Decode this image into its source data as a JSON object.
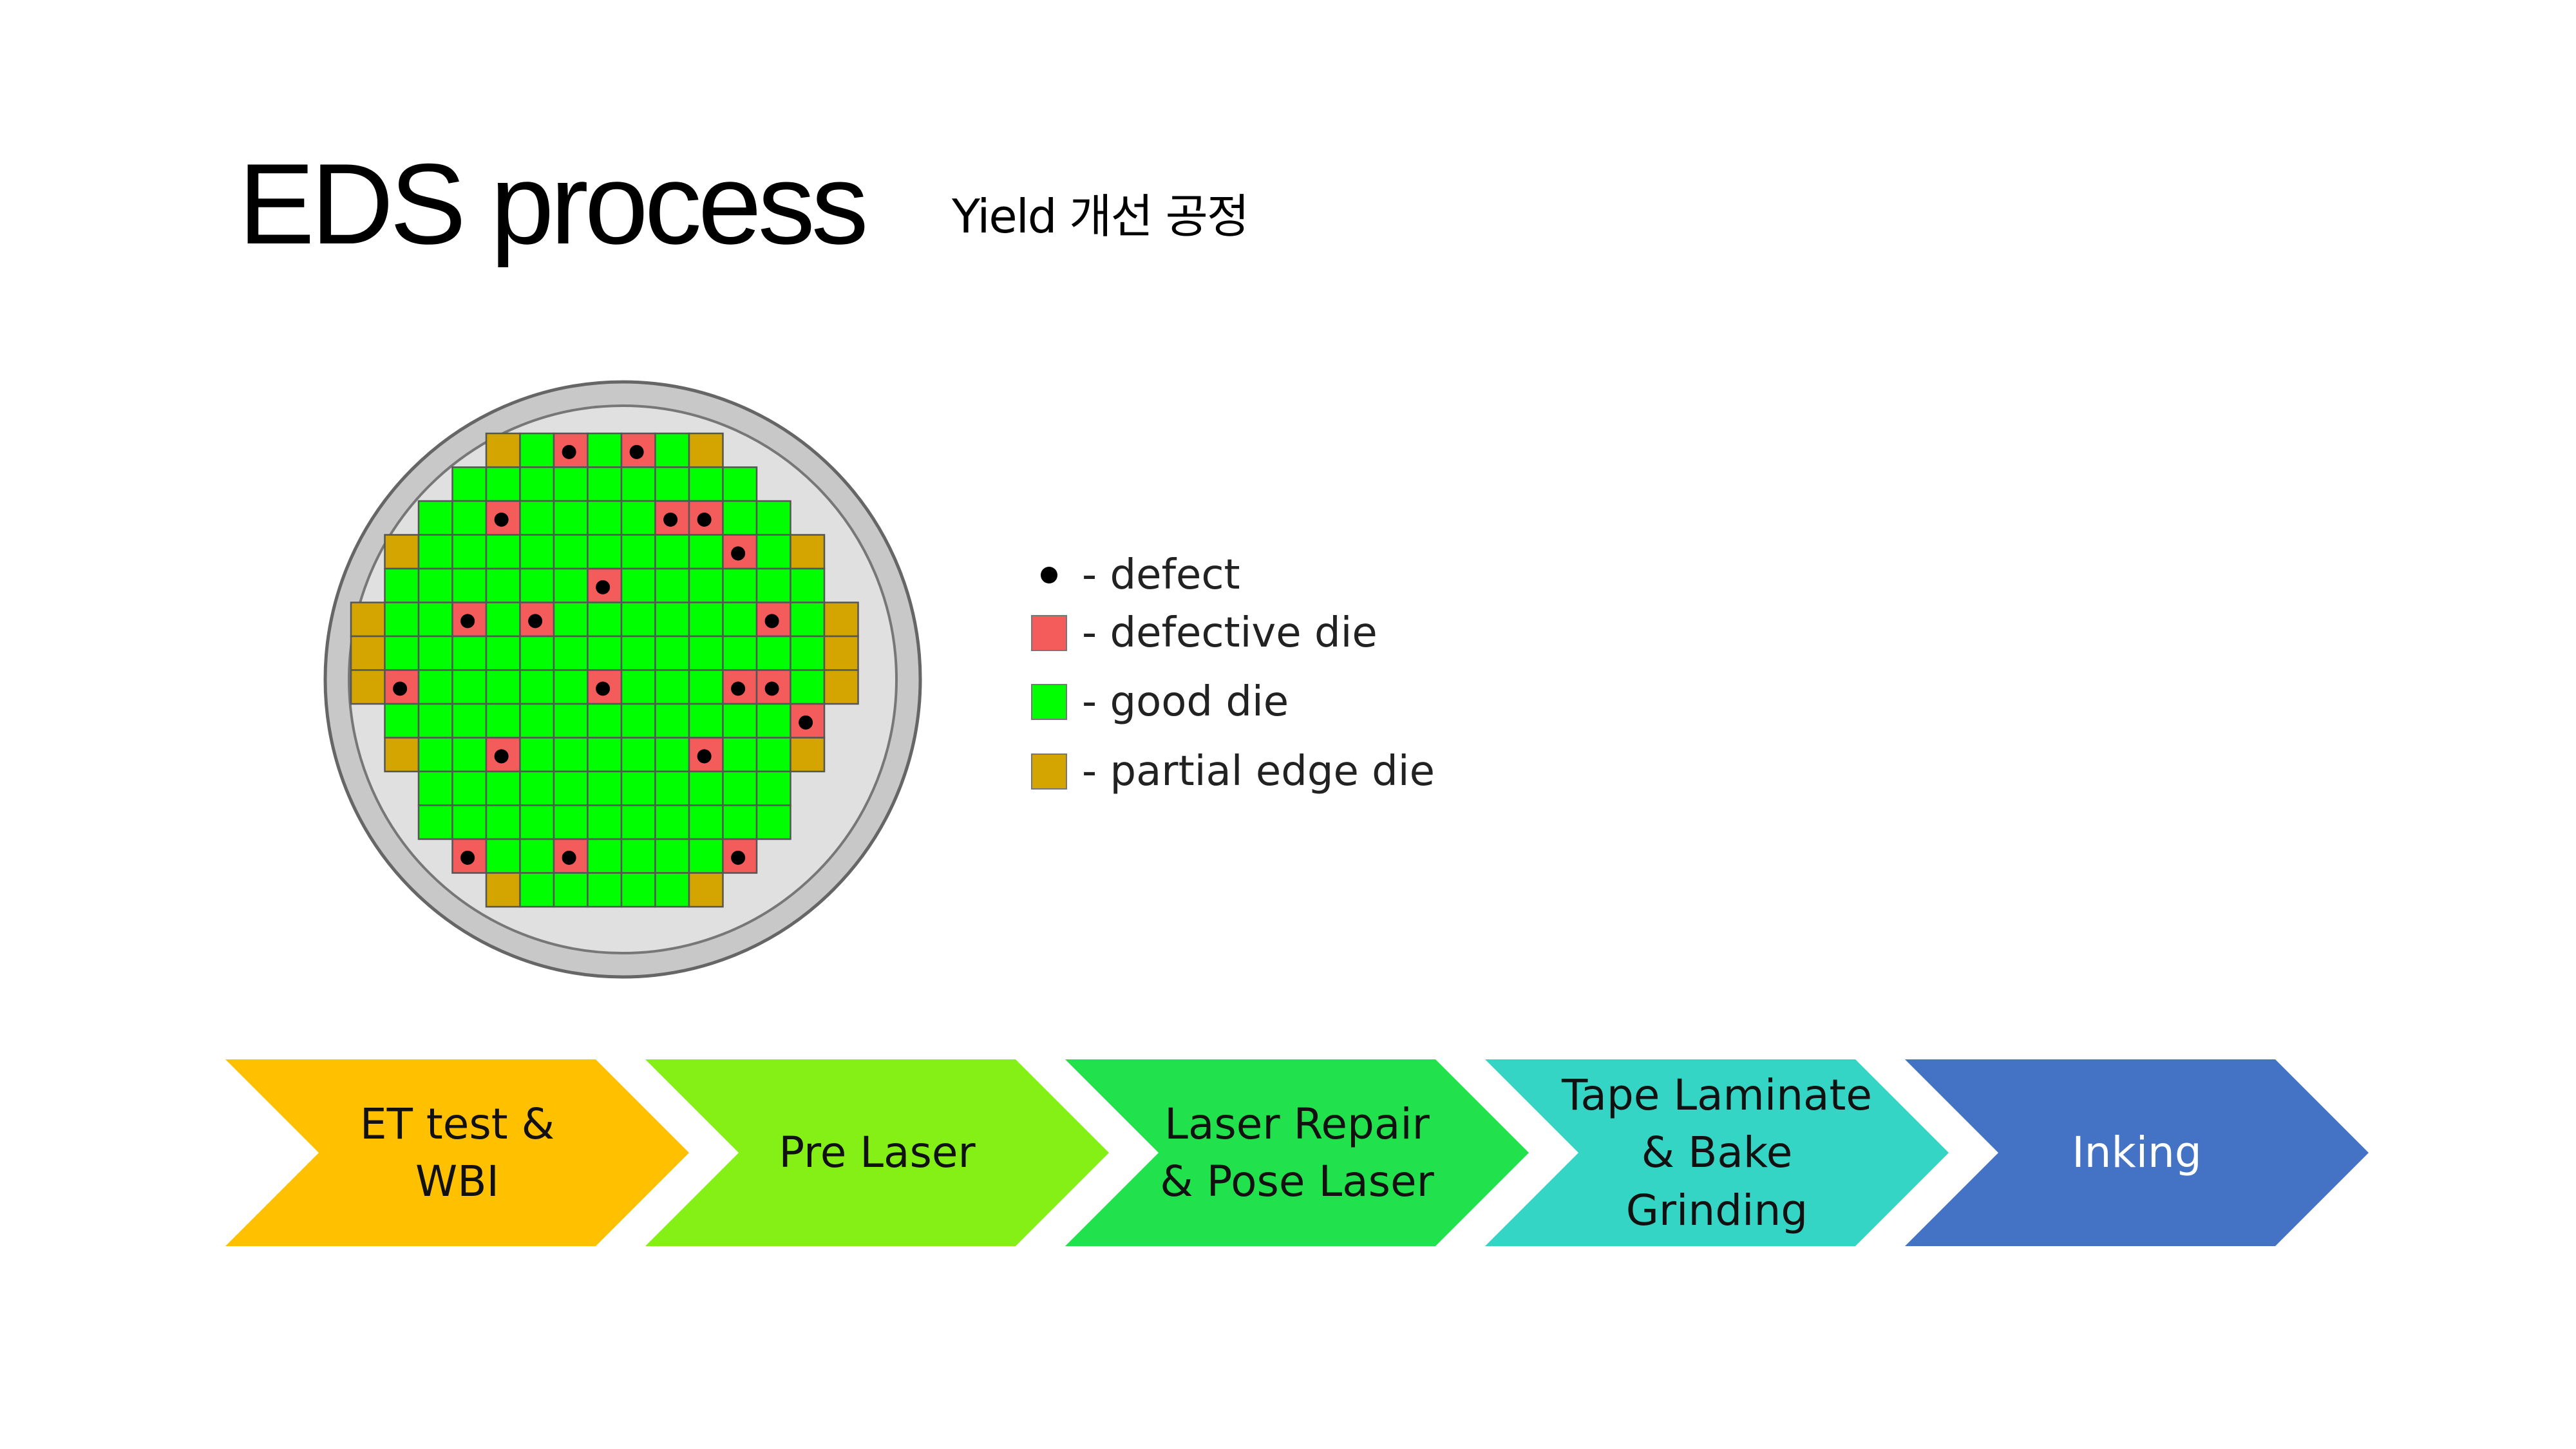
{
  "title": "EDS process",
  "subtitle": "Yield 개선 공정",
  "colors": {
    "good_die": "#00FF00",
    "defective_die": "#F45B5B",
    "partial_edge_die": "#D4A500",
    "defect": "#000000",
    "wafer_ring": "#C8C8C8",
    "wafer_base": "#E0E0E0",
    "grid_line": "#555555"
  },
  "legend": [
    {
      "icon": "defect-dot-icon",
      "color": "#000000",
      "label": "- defect"
    },
    {
      "icon": "defective-die-swatch",
      "color": "#F45B5B",
      "label": "- defective die"
    },
    {
      "icon": "good-die-swatch",
      "color": "#00FF00",
      "label": "- good die"
    },
    {
      "icon": "partial-edge-die-swatch",
      "color": "#D4A500",
      "label": "- partial edge die"
    }
  ],
  "wafer_map": {
    "legend_key": {
      "G": "good die",
      "D": "defective die",
      "P": "partial edge die",
      ".": "empty"
    },
    "rows": [
      "....PGDGDGP....",
      "...GGGGGGGGG...",
      "..GGDGGGGDDGG..",
      ".PGGGGGGGGGDGP.",
      ".GGGGGGDGGGGGG.",
      "PGGDGDGGGGGGDGP",
      "PGGGGGGGGGGGGGP",
      "PDGGGGGDGGGDDGP",
      ".GGGGGGGGGGGGD.",
      ".PGGDGGGGGDGGP.",
      "..GGGGGGGGGGG..",
      "..GGGGGGGGGGG..",
      "...DGGDGGGGD...",
      "....PGGGGGP...."
    ]
  },
  "process_steps": [
    {
      "label": "ET test &\nWBI",
      "color": "#FFC000"
    },
    {
      "label": "Pre Laser",
      "color": "#85F016"
    },
    {
      "label": "Laser Repair\n& Pose Laser",
      "color": "#21E24D"
    },
    {
      "label": "Tape Laminate\n& Bake\nGrinding",
      "color": "#35D5C6"
    },
    {
      "label": "Inking",
      "color": "#4472C4"
    }
  ]
}
